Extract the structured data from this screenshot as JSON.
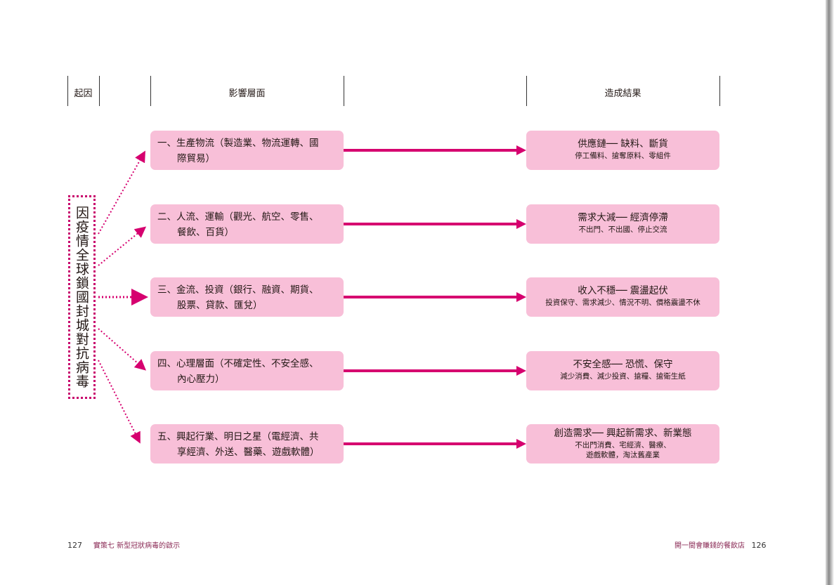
{
  "header": {
    "cause": "起因",
    "impact": "影響層面",
    "result": "造成結果"
  },
  "cause": "因疫情全球鎖國封城對抗病毒",
  "rows": [
    {
      "impact_1": "一、生產物流（製造業、物流運轉、國",
      "impact_2": "際貿易）",
      "result_title": "供應鏈── 缺料、斷貨",
      "result_sub": "停工備料、搶奪原料、零組件"
    },
    {
      "impact_1": "二、人流、運輸（觀光、航空、零售、",
      "impact_2": "餐飲、百貨）",
      "result_title": "需求大減── 經濟停滯",
      "result_sub": "不出門、不出國、停止交流"
    },
    {
      "impact_1": "三、金流、投資（銀行、融資、期貨、",
      "impact_2": "股票、貸款、匯兌）",
      "result_title": "收入不穩── 震盪起伏",
      "result_sub": "投資保守、需求減少、情況不明、價格震盪不休"
    },
    {
      "impact_1": "四、心理層面（不確定性、不安全感、",
      "impact_2": "內心壓力）",
      "result_title": "不安全感── 恐慌、保守",
      "result_sub": "減少消費、減少投資、搶糧、搶衛生紙"
    },
    {
      "impact_1": "五、興起行業、明日之星（電經濟、共",
      "impact_2": "享經濟、外送、醫藥、遊戲軟體）",
      "result_title": "創造需求── 興起新需求、新業態",
      "result_sub": "不出門消費、宅經濟、醫療、",
      "result_sub2": "遊戲軟體，淘汰舊產業"
    }
  ],
  "footer": {
    "left_page": "127",
    "left_title": "實策七 新型冠狀病毒的啟示",
    "right_title": "開一間會賺錢的餐飲店",
    "right_page": "126"
  },
  "colors": {
    "accent": "#d6006f",
    "box": "#f8bfd8"
  }
}
